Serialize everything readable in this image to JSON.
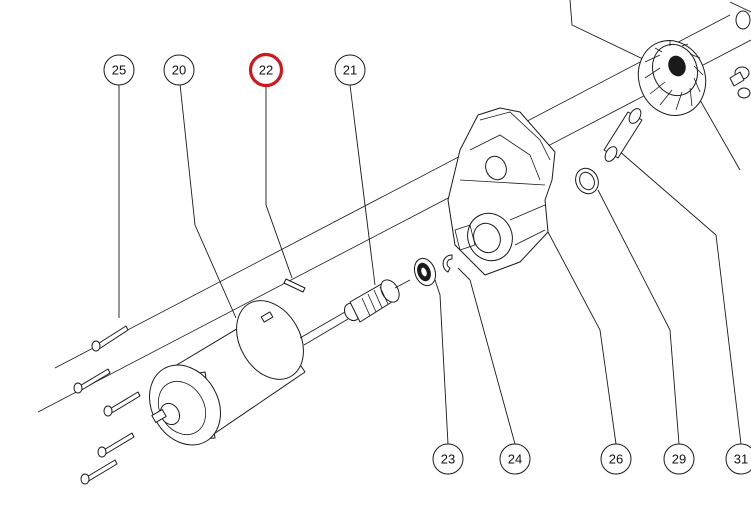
{
  "callouts": [
    {
      "id": "25",
      "label": "25",
      "highlighted": false
    },
    {
      "id": "20",
      "label": "20",
      "highlighted": false
    },
    {
      "id": "22",
      "label": "22",
      "highlighted": true
    },
    {
      "id": "21",
      "label": "21",
      "highlighted": false
    },
    {
      "id": "23",
      "label": "23",
      "highlighted": false
    },
    {
      "id": "24",
      "label": "24",
      "highlighted": false
    },
    {
      "id": "26",
      "label": "26",
      "highlighted": false
    },
    {
      "id": "29",
      "label": "29",
      "highlighted": false
    },
    {
      "id": "31",
      "label": "31",
      "highlighted": false
    }
  ],
  "colors": {
    "highlight": "#d0171b",
    "line": "#1a1a1a",
    "background": "#ffffff"
  }
}
